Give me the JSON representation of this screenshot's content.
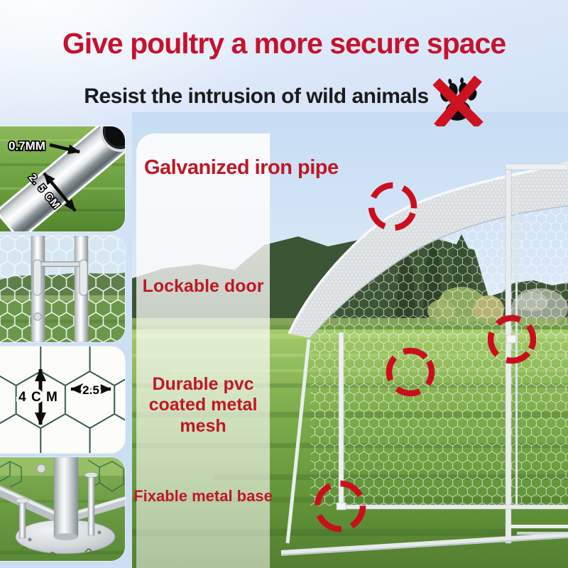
{
  "page": {
    "title": "Give poultry a more secure space",
    "subtitle": "Resist the intrusion of wild animals",
    "colors": {
      "title_red": "#c5122d",
      "label_red": "#bf1724",
      "subtitle_dark": "#1b1b1d",
      "highlight_circle_red": "#cb0e1e",
      "sky_blue": "#cfe2f6",
      "grass_green": "#7cab4a",
      "galvanized_metal": "#e6e9ea"
    }
  },
  "callout_panels": [
    {
      "id": "pipe",
      "label": "Galvanized iron pipe",
      "annotations": {
        "wall_thickness": "0.7MM",
        "pipe_diameter": "2. 5 CM"
      }
    },
    {
      "id": "door",
      "label": "Lockable door"
    },
    {
      "id": "mesh",
      "label": "Durable pvc coated metal mesh",
      "label_lines": [
        "Durable pvc",
        "coated metal",
        "mesh"
      ],
      "annotations": {
        "mesh_cell_height": "4 C M",
        "mesh_cell_width": "2.5"
      }
    },
    {
      "id": "base",
      "label": "Fixable metal base"
    }
  ],
  "hero_photo": {
    "subject": "Walk-in arched galvanized chicken run on a grass field",
    "highlight_circles": 4
  },
  "icons": {
    "paw": "crossed-out-paw-print"
  }
}
